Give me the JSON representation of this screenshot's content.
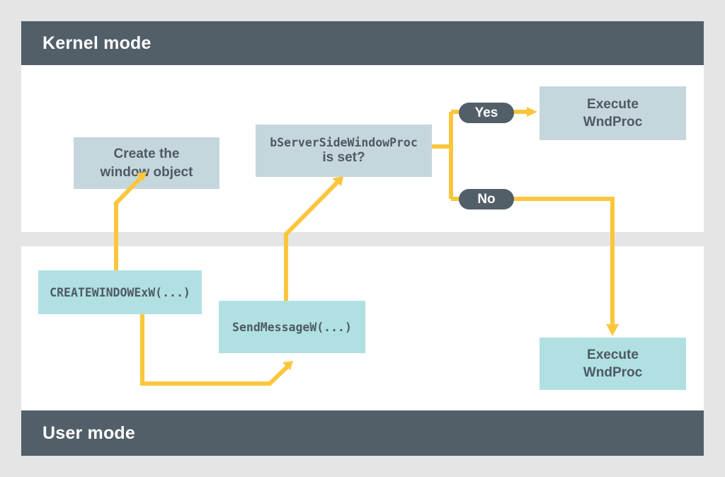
{
  "diagram": {
    "title_bands": [
      {
        "id": "kernel",
        "label": "Kernel mode"
      },
      {
        "id": "user",
        "label": "User mode"
      }
    ],
    "colors": {
      "page_background": "#e4e5e4",
      "panel_background": "#ffffff",
      "band_fill": "#525f68",
      "band_text": "#ffffff",
      "kernel_box_fill": "#c5d7dd",
      "user_box_fill": "#b1e0e2",
      "box_text": "#4d5a63",
      "connector": "#fbc63c",
      "pill_fill": "#525f68",
      "pill_text": "#ffffff"
    },
    "nodes": {
      "create_window": {
        "label": "Create the\nwindow object",
        "zone": "kernel"
      },
      "decision": {
        "line1": "bServerSideWindowProc",
        "line2": "is set?",
        "zone": "kernel"
      },
      "execute_wndproc_kernel": {
        "label": "Execute\nWndProc",
        "zone": "kernel"
      },
      "execute_wndproc_user": {
        "label": "Execute\nWndProc",
        "zone": "user"
      },
      "create_window_call": {
        "label": "CREATEWINDOWExW(...)",
        "zone": "user"
      },
      "send_message_call": {
        "label": "SendMessageW(...)",
        "zone": "user"
      }
    },
    "branch_labels": [
      {
        "id": "yes",
        "label": "Yes"
      },
      {
        "id": "no",
        "label": "No"
      }
    ]
  }
}
